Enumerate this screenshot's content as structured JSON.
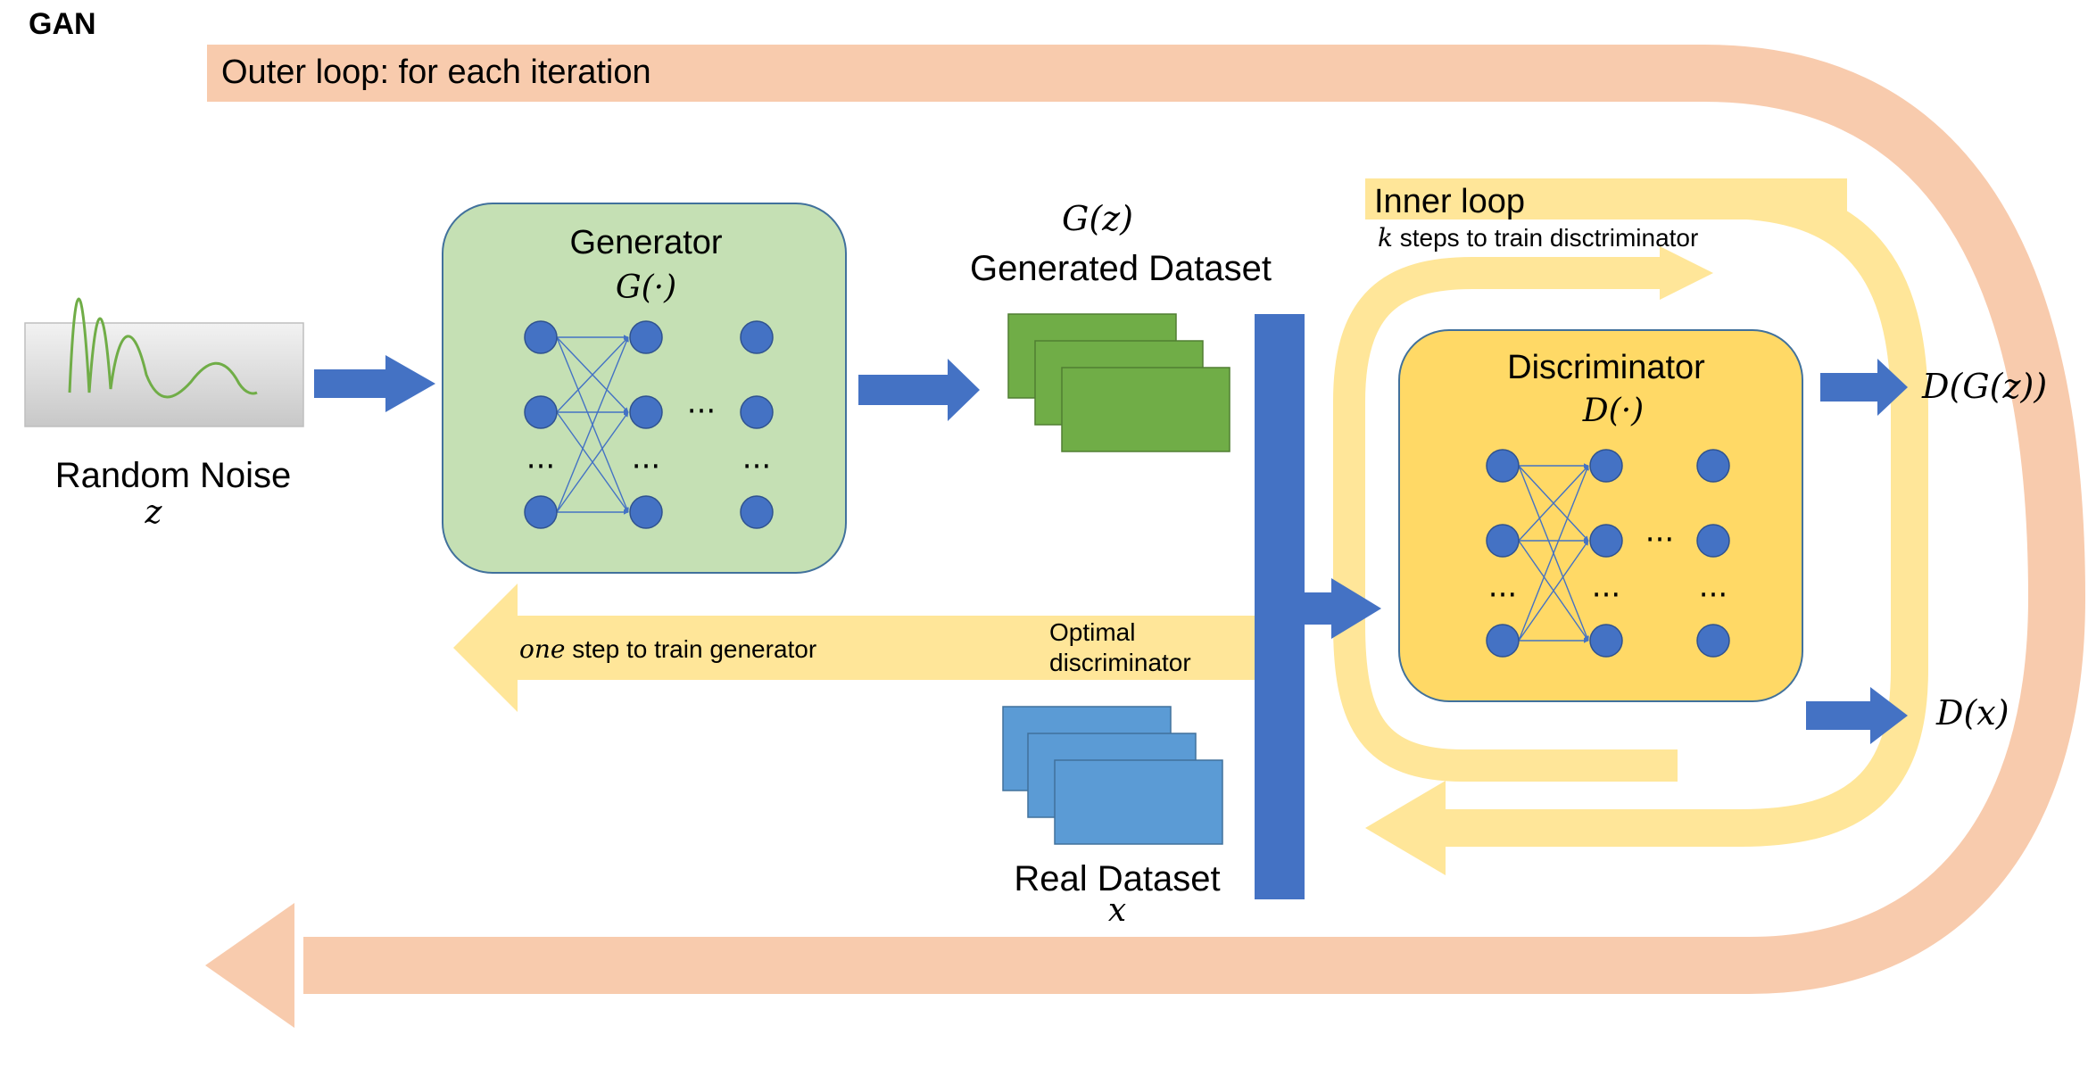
{
  "title": "GAN",
  "outer_loop_label": "Outer loop: for each iteration",
  "noise": {
    "label": "Random Noise",
    "var": "z"
  },
  "generator": {
    "label": "Generator",
    "fn": "G(·)"
  },
  "generated": {
    "var": "G(z)",
    "label": "Generated Dataset"
  },
  "real": {
    "label": "Real Dataset",
    "var": "x"
  },
  "discriminator": {
    "label": "Discriminator",
    "fn": "D(·)"
  },
  "inner_loop": {
    "label": "Inner loop",
    "k": "k",
    "sub": " steps to train disctriminator"
  },
  "one_step": {
    "one": "one",
    "rest": " step to train generator"
  },
  "optimal": {
    "line1": "Optimal",
    "line2": "discriminator"
  },
  "outputs": {
    "fake": "D(G(z))",
    "real": "D(x)"
  },
  "ellipsis": "···",
  "colors": {
    "outer_loop": "#f8cbad",
    "inner_loop": "#ffe699",
    "arrow": "#4472c4",
    "generator_fill": "#c5e0b4",
    "discriminator_fill": "#ffd966",
    "box_stroke": "#41719c",
    "node": "#4472c4",
    "generated_fill": "#70ad47",
    "real_fill": "#5b9bd5"
  }
}
